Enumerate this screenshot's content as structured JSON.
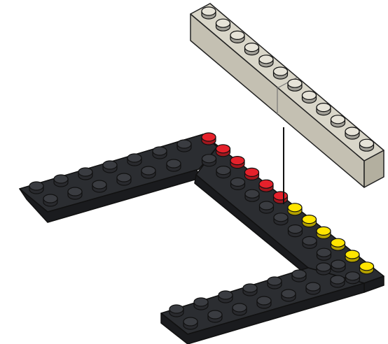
{
  "illustration": {
    "subject": "building-instruction-step",
    "colors": {
      "black_brick": "#2b2d31",
      "black_brick_side": "#1a1b1e",
      "black_stud_top": "#3a3c41",
      "grey_brick_top": "#d9d6c9",
      "grey_brick_side": "#c4c0b2",
      "grey_stud_top": "#e6e3d8",
      "red_stud": "#e5212b",
      "yellow_stud": "#ffe500",
      "outline": "#111111",
      "guide_line": "#111111",
      "background": "#ffffff"
    },
    "parts": {
      "grey_bricks": {
        "count": 2,
        "studs_each": 6
      },
      "red_studs": 6,
      "yellow_studs": 6
    }
  }
}
